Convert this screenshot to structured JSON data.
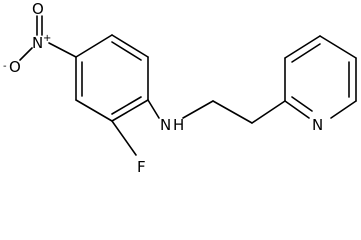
{
  "molecule": {
    "atoms": {
      "nitro_n": {
        "symbol": "N",
        "charge": "+"
      },
      "nitro_o_single": {
        "symbol": "O",
        "charge": "-"
      },
      "nitro_o_double": {
        "symbol": "O"
      },
      "fluorine": {
        "symbol": "F"
      },
      "amine": {
        "symbol": "N",
        "hydrogen": "H"
      },
      "pyridine_n": {
        "symbol": "N"
      }
    }
  }
}
